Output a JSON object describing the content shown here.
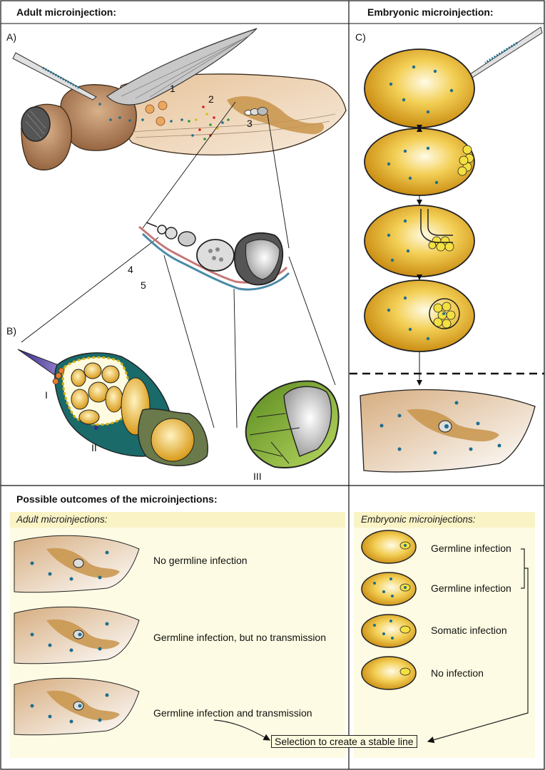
{
  "headers": {
    "adult": "Adult microinjection:",
    "embryonic": "Embryonic microinjection:",
    "outcomes": "Possible outcomes of the microinjections:"
  },
  "panels": {
    "a": "A)",
    "b": "B)",
    "c": "C)"
  },
  "numbers": [
    "1",
    "2",
    "3",
    "4",
    "5"
  ],
  "romans": [
    "I",
    "II",
    "III"
  ],
  "outcomes": {
    "adult_title": "Adult microinjections:",
    "embryonic_title": "Embryonic microinjections:",
    "adult": [
      "No germline infection",
      "Germline infection, but no transmission",
      "Germline infection and transmission"
    ],
    "embryonic": [
      "Germline infection",
      "Germline infection",
      "Somatic infection",
      "No infection"
    ],
    "selection": "Selection to create a stable line"
  },
  "colors": {
    "embryo_gold": "#e8b020",
    "ovary_brown": "#c8944a",
    "bacteria_blue": "#1e6e8e",
    "outcome_bg": "#fdfbe3",
    "fly_body": "#dcb58a"
  }
}
